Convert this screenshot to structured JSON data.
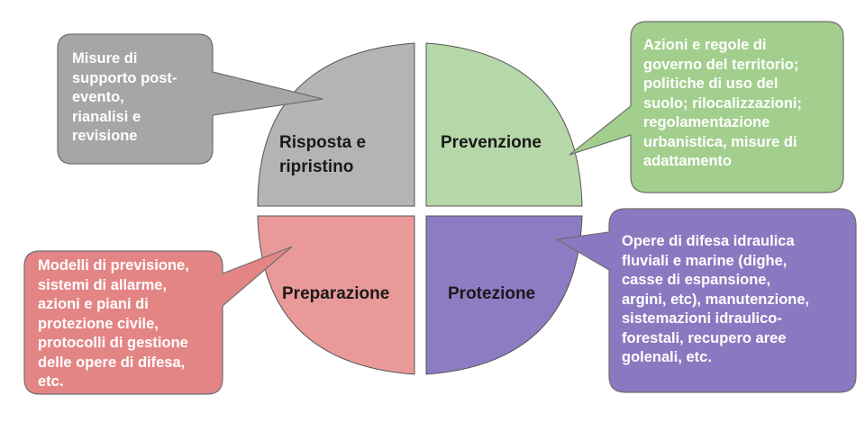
{
  "quadrants": {
    "response": {
      "label_line1": "Risposta e",
      "label_line2": "ripristino",
      "color": "#b4b4b4"
    },
    "prevention": {
      "label": "Prevenzione",
      "color": "#b6d7a8"
    },
    "preparation": {
      "label": "Preparazione",
      "color": "#ea9999"
    },
    "protection": {
      "label": "Protezione",
      "color": "#8e7cc3"
    }
  },
  "bubbles": {
    "response": {
      "lines": [
        "Misure di",
        "supporto post-",
        "evento,",
        "rianalisi e",
        "revisione"
      ],
      "color": "#a6a6a6"
    },
    "prevention": {
      "lines": [
        "Azioni e regole di",
        "governo del territorio;",
        "politiche di uso del",
        "suolo; rilocalizzazioni;",
        "regolamentazione",
        "urbanistica, misure di",
        "adattamento"
      ],
      "color": "#a3cf8e"
    },
    "preparation": {
      "lines": [
        "Modelli di previsione,",
        "sistemi di allarme,",
        "azioni e piani di",
        "protezione civile,",
        "protocolli di gestione",
        "delle opere di difesa,",
        "etc."
      ],
      "color": "#e48585"
    },
    "protection": {
      "lines": [
        "Opere di difesa idraulica",
        "fluviali e marine (dighe,",
        "casse di espansione,",
        "argini, etc), manutenzione,",
        "sistemazioni idraulico-",
        "forestali, recupero aree",
        "golenali, etc."
      ],
      "color": "#8a79c0"
    }
  }
}
